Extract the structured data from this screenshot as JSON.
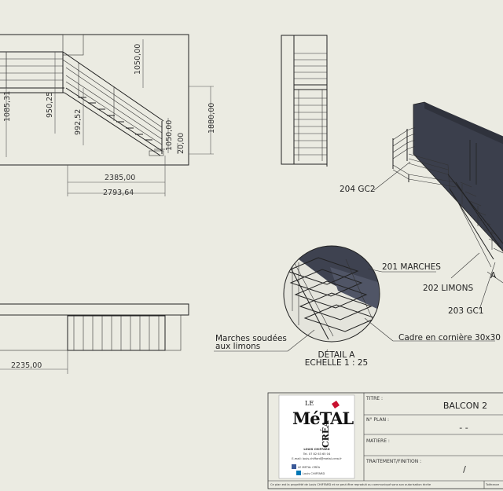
{
  "front_view": {
    "dims": {
      "d1": "1085,31",
      "d2": "950,25",
      "d3": "992,52",
      "d4": "1050,00",
      "d5": "1050,00",
      "d6": "20,00",
      "d7": "1880,00",
      "d8": "2385,00",
      "d9": "2793,64"
    }
  },
  "top_view": {
    "dims": {
      "d1": "2235,00"
    }
  },
  "iso_view": {
    "labels": {
      "gc2": "204 GC2",
      "marches": "201 MARCHES",
      "limons": "202 LIMONS",
      "gc1": "203 GC1",
      "detail_marker": "A"
    }
  },
  "detail": {
    "note_line1": "Marches soudées",
    "note_line2": "aux limons",
    "title": "DÉTAIL A",
    "scale": "ECHELLE 1 : 25",
    "frame_label": "Cadre en cornière 30x30"
  },
  "title_block": {
    "titre_label": "TITRE :",
    "titre_value": "BALCON 2",
    "plan_label": "N° PLAN :",
    "plan_value": "- -",
    "matiere_label": "MATIERE :",
    "traitement_label": "TRAITEMENT/FINITION :",
    "traitement_value": "/",
    "footer_note": "Ce plan est la propriété de Louis CHIFFARD et ne peut être reproduit ou communiqué sans son autorisation écrite",
    "footer_right": "Tolérance"
  },
  "logo": {
    "name_le": "LE",
    "name_metal": "MéTAL",
    "name_crea": "CRÉA",
    "contact_name": "LOUIS CHIFFARD",
    "contact_phone": "Tel. 07 82 63 65 04",
    "contact_email": "E-mail: louis.chiffard@metal-crea.fr",
    "facebook": "LE METAL CRÉA",
    "linkedin": "Louis CHIFFARD"
  },
  "colors": {
    "paper": "#ebebe2",
    "ink": "#222222",
    "accent_red": "#c8102e",
    "wall_dark": "#3b3f4c",
    "wall_face": "#51566a"
  }
}
